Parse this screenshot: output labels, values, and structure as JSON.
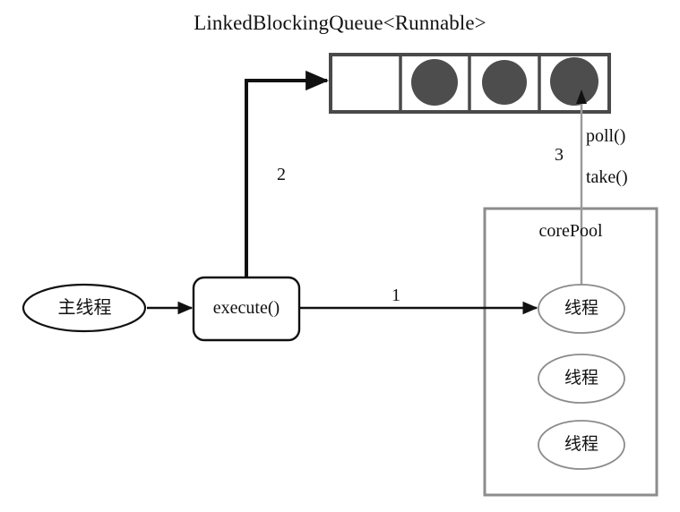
{
  "diagram": {
    "title": "LinkedBlockingQueue<Runnable>",
    "queue": {
      "name": "linked-blocking-queue",
      "cells": [
        {
          "filled": false
        },
        {
          "filled": true
        },
        {
          "filled": true
        },
        {
          "filled": true
        }
      ],
      "border_color": "#4a4a4a",
      "task_color": "#4d4d4d"
    },
    "main_thread": {
      "label": "主线程"
    },
    "execute_node": {
      "label": "execute()"
    },
    "core_pool": {
      "label": "corePool",
      "threads": [
        {
          "label": "线程"
        },
        {
          "label": "线程"
        },
        {
          "label": "线程"
        }
      ],
      "border_color": "#8c8c8c"
    },
    "edges": {
      "main_to_execute": {
        "label": ""
      },
      "execute_to_thread": {
        "label": "1"
      },
      "execute_to_queue": {
        "label": "2"
      },
      "queue_to_thread": {
        "label": "3"
      }
    },
    "annotations": {
      "poll": "poll()",
      "take": "take()"
    },
    "colors": {
      "stroke_dark": "#111111",
      "stroke_gray": "#8c8c8c",
      "fill_task": "#4d4d4d",
      "background": "#ffffff"
    }
  }
}
